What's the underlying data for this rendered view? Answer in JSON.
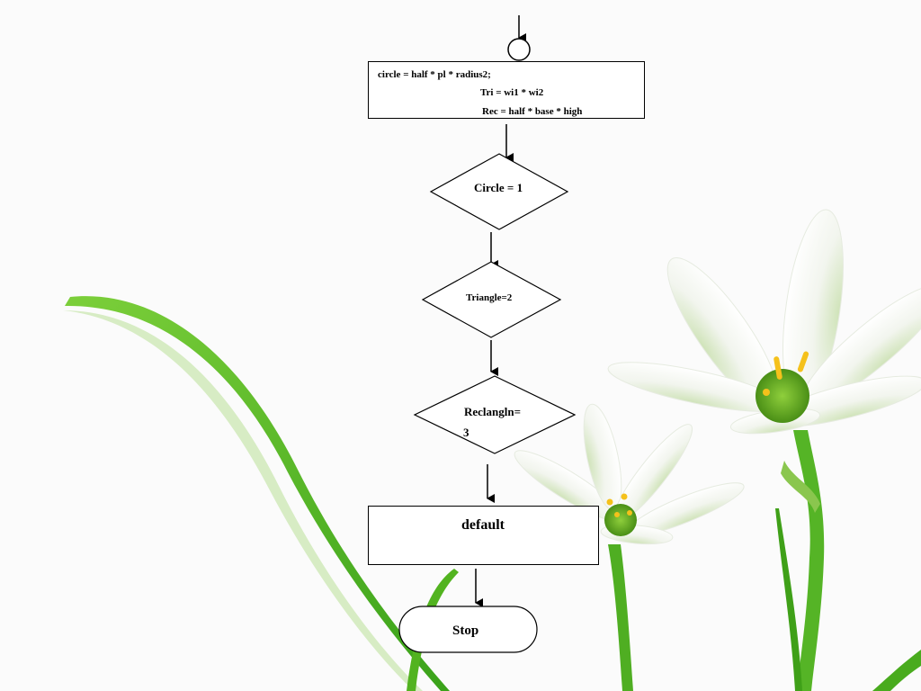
{
  "flowchart": {
    "assign_box": {
      "line1": "circle = half * pl * radius2;",
      "line2": "Tri = wi1 * wi2",
      "line3": "Rec = half * base * high"
    },
    "decision_circle": "Circle = 1",
    "decision_triangle": "Triangle=2",
    "decision_rectangle": {
      "line1": "Reclangln=",
      "line2": "3"
    },
    "default_box": "default",
    "stop_terminal": "Stop"
  }
}
